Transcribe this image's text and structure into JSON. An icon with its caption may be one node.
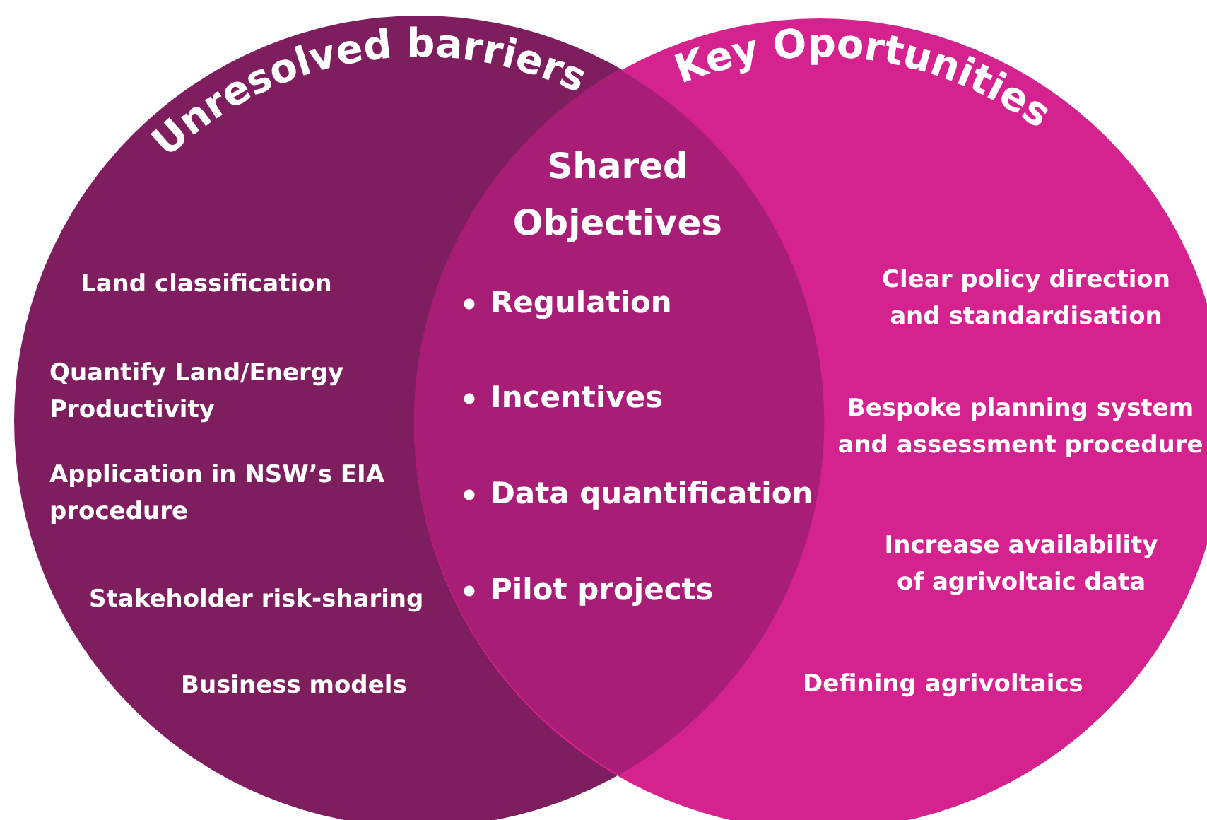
{
  "diagram": {
    "nodes": [
      {
        "text": [
          "Unresolved barriers",
          "Land classification",
          "Quantify Land/Energy Productivity",
          "Application in NSW’s EIA procedure",
          "Stakeholder risk-sharing",
          "Business models"
        ]
      },
      {
        "text": [
          "Key Oportunities",
          "Clear policy direction and standardisation",
          "Bespoke planning system and assessment procedure",
          "Increase availability of agrivoltaic data",
          "Defining agrivoltaics"
        ]
      },
      {
        "text": [
          "Shared Objectives",
          "Regulation",
          "Incentives",
          "Data quantification",
          "Pilot projects"
        ]
      }
    ]
  }
}
